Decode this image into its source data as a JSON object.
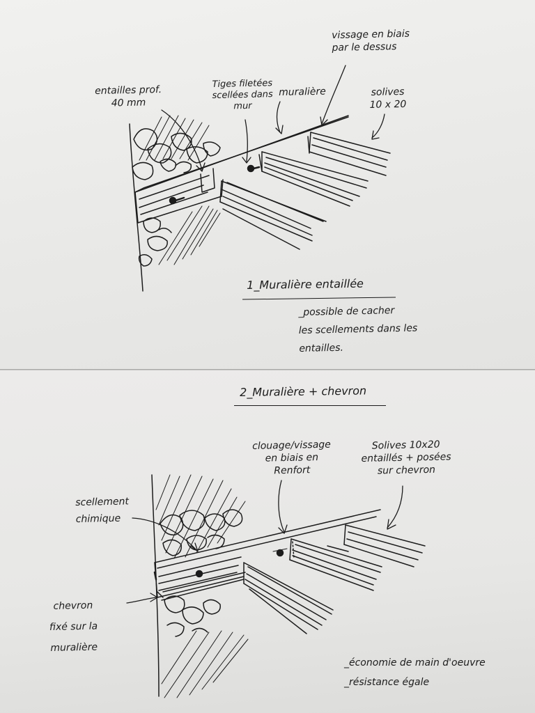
{
  "sketch1": {
    "title": "1_Muralière entaillée",
    "labels": {
      "notches": "entailles prof.\n40 mm",
      "rods": "Tiges filetées\nscellées dans\nmur",
      "ledger": "muralière",
      "screwing": "vissage en biais\npar le dessus",
      "joists": "solives\n10 x 20"
    },
    "note": "_possible de cacher\nles scellements dans les\nentailles."
  },
  "sketch2": {
    "title": "2_Muralière + chevron",
    "labels": {
      "anchor": "scellement\nchimique",
      "nailing": "clouage/vissage\nen biais en\nRenfort",
      "joists": "Solives 10x20\nentaillés + posées\nsur chevron",
      "batten": "chevron\nfixé sur la\nmuralière"
    },
    "notes": [
      "_économie de main d'oeuvre",
      "_résistance égale"
    ]
  },
  "colors": {
    "ink": "#1c1c1c",
    "paper": "#eeeeec",
    "table": "#c9c9c7"
  }
}
